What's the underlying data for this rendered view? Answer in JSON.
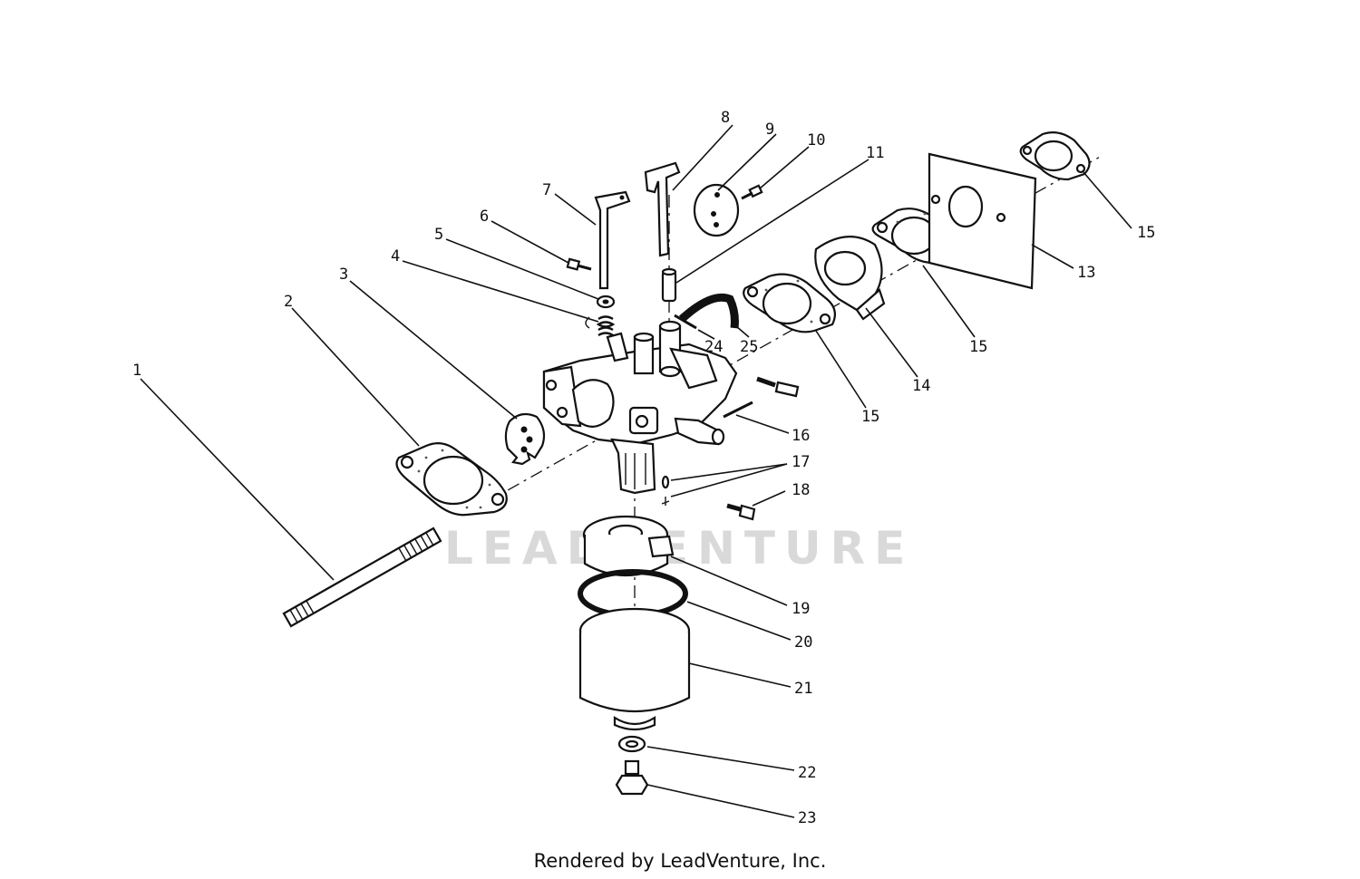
{
  "watermark": "LEADVENTURE",
  "footer": "Rendered by LeadVenture, Inc.",
  "callouts": {
    "c1": "1",
    "c2": "2",
    "c3": "3",
    "c4": "4",
    "c5": "5",
    "c6": "6",
    "c7": "7",
    "c8": "8",
    "c9": "9",
    "c10": "10",
    "c11": "11",
    "c13": "13",
    "c14": "14",
    "c15a": "15",
    "c15b": "15",
    "c15c": "15",
    "c16": "16",
    "c17": "17",
    "c18": "18",
    "c19": "19",
    "c20": "20",
    "c21": "21",
    "c22": "22",
    "c23": "23",
    "c24": "24",
    "c25": "25"
  }
}
